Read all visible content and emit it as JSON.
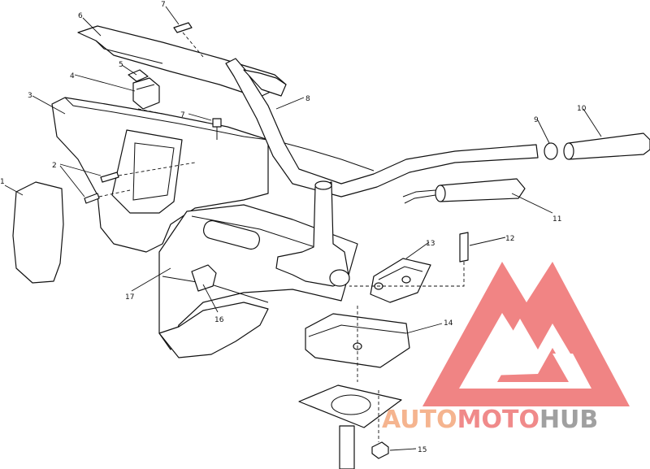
{
  "callouts": [
    {
      "id": "c1",
      "label": "1"
    },
    {
      "id": "c2",
      "label": "2"
    },
    {
      "id": "c3",
      "label": "3"
    },
    {
      "id": "c4",
      "label": "4"
    },
    {
      "id": "c5",
      "label": "5"
    },
    {
      "id": "c6",
      "label": "6"
    },
    {
      "id": "c7a",
      "label": "7"
    },
    {
      "id": "c7b",
      "label": "7"
    },
    {
      "id": "c8",
      "label": "8"
    },
    {
      "id": "c9",
      "label": "9"
    },
    {
      "id": "c10",
      "label": "10"
    },
    {
      "id": "c11",
      "label": "11"
    },
    {
      "id": "c12",
      "label": "12"
    },
    {
      "id": "c13",
      "label": "13"
    },
    {
      "id": "c14",
      "label": "14"
    },
    {
      "id": "c15",
      "label": "15"
    },
    {
      "id": "c16",
      "label": "16"
    },
    {
      "id": "c17",
      "label": "17"
    }
  ],
  "watermark": {
    "word_1": "AUTO",
    "word_2": "MOTO",
    "word_3": "HUB",
    "color_1": "#f5b48f",
    "color_2": "#f08a8a",
    "color_3": "#a0a0a0",
    "logo_color": "#ee6f6f"
  }
}
